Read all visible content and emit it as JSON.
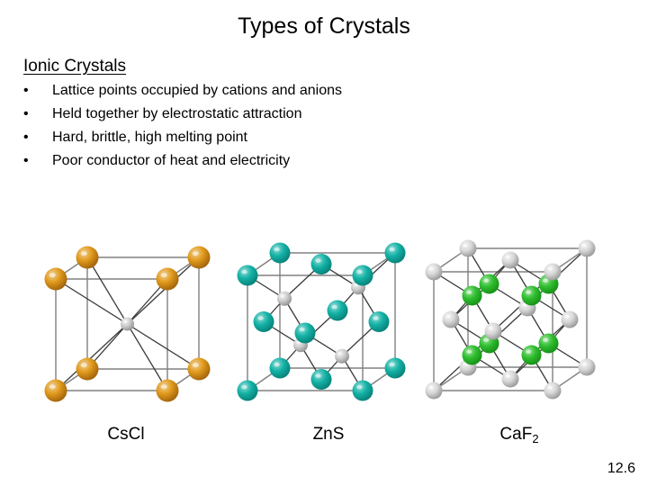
{
  "slide": {
    "title": "Types of Crystals",
    "section_heading": "Ionic Crystals",
    "bullet_marker": "•",
    "bullets": [
      "Lattice points occupied by cations and anions",
      "Held together by electrostatic attraction",
      "Hard, brittle, high melting point",
      "Poor conductor of heat and electricity"
    ],
    "slide_number": "12.6"
  },
  "figures": [
    {
      "id": "cscl",
      "caption_main": "CsCl",
      "caption_sub": "",
      "structure": "body-centered cubic",
      "cation_color": "#e09a1c",
      "cation_color_dark": "#9a5c08",
      "anion_color": "#cfcfcf",
      "anion_color_dark": "#8a8a8a"
    },
    {
      "id": "zns",
      "caption_main": "ZnS",
      "caption_sub": "",
      "structure": "zinc blende",
      "cation_color": "#14b2a6",
      "cation_color_dark": "#057a72",
      "anion_color": "#cfcfcf",
      "anion_color_dark": "#8a8a8a"
    },
    {
      "id": "caf2",
      "caption_main": "CaF",
      "caption_sub": "2",
      "structure": "fluorite",
      "cation_color": "#2fbe2f",
      "cation_color_dark": "#148a14",
      "anion_color": "#d8d8d8",
      "anion_color_dark": "#909090"
    }
  ],
  "colors": {
    "background": "#ffffff",
    "text": "#000000",
    "cube_edge": "#808080",
    "bond_line": "#3a3a3a"
  }
}
